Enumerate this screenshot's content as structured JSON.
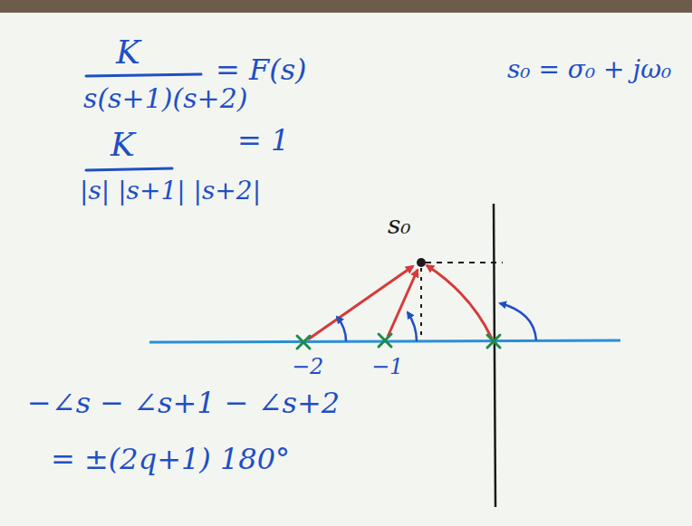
{
  "diagram": {
    "labels": [
      "K",
      "s(s+1)(s+2)",
      "= F(s)",
      "s₀ = σ₀ + jω₀",
      "K",
      "|s| |s+1| |s+2|",
      "= 1",
      "s₀",
      "−2",
      "−1",
      "−∠s − ∠s+1 − ∠s+2",
      "= ±(2q+1) 180°"
    ]
  }
}
